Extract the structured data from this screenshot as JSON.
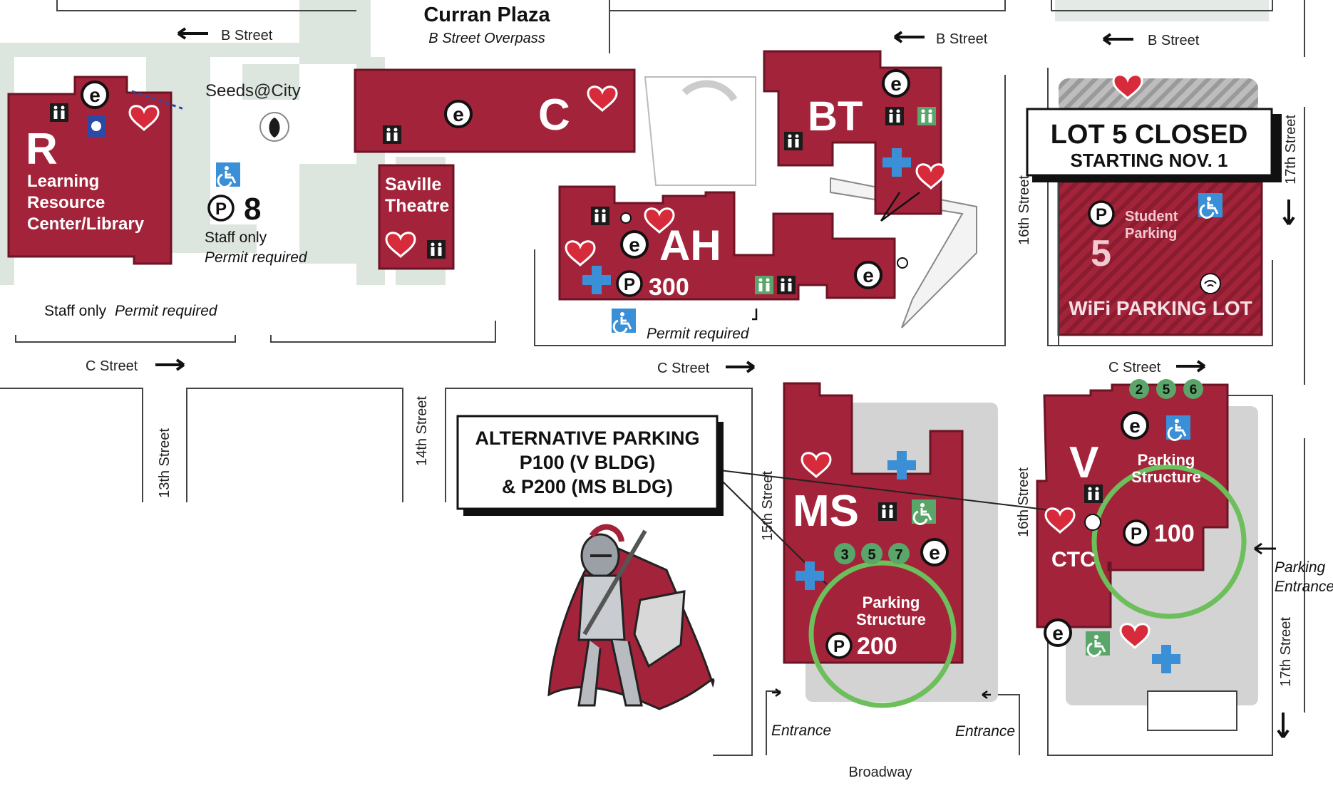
{
  "plaza": {
    "title": "Curran Plaza",
    "subtitle": "B Street Overpass"
  },
  "streets": {
    "b_street": "B Street",
    "c_street": "C Street",
    "broadway": "Broadway",
    "s13": "13th Street",
    "s14": "14th Street",
    "s15": "15th Street",
    "s16": "16th Street",
    "s17": "17th Street"
  },
  "buildings": {
    "r": {
      "letter": "R",
      "line1": "Learning",
      "line2": "Resource",
      "line3": "Center/Library"
    },
    "c": {
      "letter": "C"
    },
    "saville": {
      "line1": "Saville",
      "line2": "Theatre"
    },
    "bt": {
      "letter": "BT"
    },
    "ah": {
      "letter": "AH",
      "parking": "300"
    },
    "ms": {
      "letter": "MS",
      "structure1": "Parking",
      "structure2": "Structure",
      "parking": "200",
      "levels": [
        "3",
        "5",
        "7"
      ]
    },
    "v": {
      "letter": "V",
      "ctc": "CTC",
      "structure1": "Parking",
      "structure2": "Structure",
      "parking": "100",
      "levels": [
        "2",
        "5",
        "6"
      ]
    }
  },
  "seeds": "Seeds@City",
  "lot8": {
    "number": "8",
    "note1": "Staff only",
    "note2": "Permit required"
  },
  "staff_note": {
    "plain": "Staff only",
    "italic": "Permit required"
  },
  "permit_required": "Permit required",
  "lot5": {
    "closed_title": "LOT 5 CLOSED",
    "closed_sub": "STARTING NOV. 1",
    "student1": "Student",
    "student2": "Parking",
    "number": "5",
    "wifi": "WiFi PARKING LOT"
  },
  "alt_parking": {
    "line1": "ALTERNATIVE PARKING",
    "line2": "P100 (V BLDG)",
    "line3": "& P200 (MS BLDG)"
  },
  "entrance": "Entrance",
  "parking_entrance": {
    "line1": "Parking",
    "line2": "Entrance"
  },
  "glyphs": {
    "p": "P",
    "e": "e"
  },
  "colors": {
    "building": "#a3233a",
    "highlight_circle": "#6cbf5a",
    "accessible": "#3a8fd6",
    "first_aid": "#3a8fd6",
    "level_badge": "#5aa66a"
  }
}
